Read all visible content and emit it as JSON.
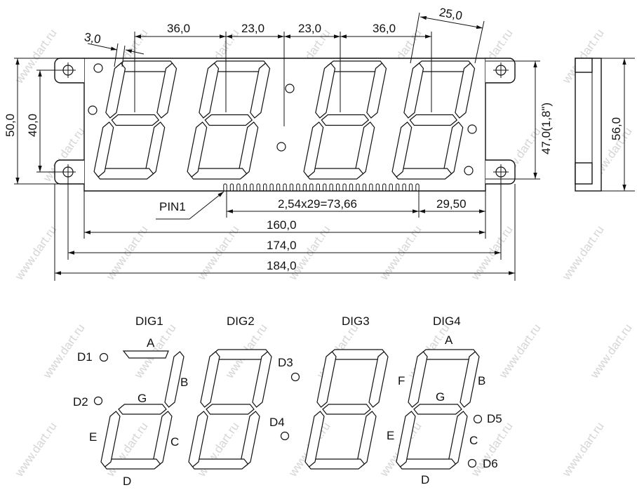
{
  "watermark": "www.dart.ru",
  "dimensions": {
    "pin_pitch_gap": "3,0",
    "seg_36_left": "36,0",
    "seg_23_left": "23,0",
    "seg_23_right": "23,0",
    "seg_36_right": "36,0",
    "slant_25": "25,0",
    "height_50": "50,0",
    "height_40": "40,0",
    "height_47": "47,0(1,8\")",
    "side_56": "56,0",
    "pin1": "PIN1",
    "pins": "2,54x29=73,66",
    "pins_offset": "29,50",
    "width_160": "160,0",
    "width_174": "174,0",
    "width_184": "184,0"
  },
  "schematic": {
    "digits": [
      "DIG1",
      "DIG2",
      "DIG3",
      "DIG4"
    ],
    "dig1": {
      "a": "A",
      "b": "B",
      "g": "G",
      "e": "E",
      "c": "C",
      "d": "D",
      "d1": "D1",
      "d2": "D2"
    },
    "dig2": {
      "d3": "D3",
      "d4": "D4"
    },
    "dig4": {
      "a": "A",
      "f": "F",
      "b": "B",
      "g": "G",
      "e": "E",
      "c": "C",
      "d": "D",
      "d5": "D5",
      "d6": "D6"
    }
  }
}
